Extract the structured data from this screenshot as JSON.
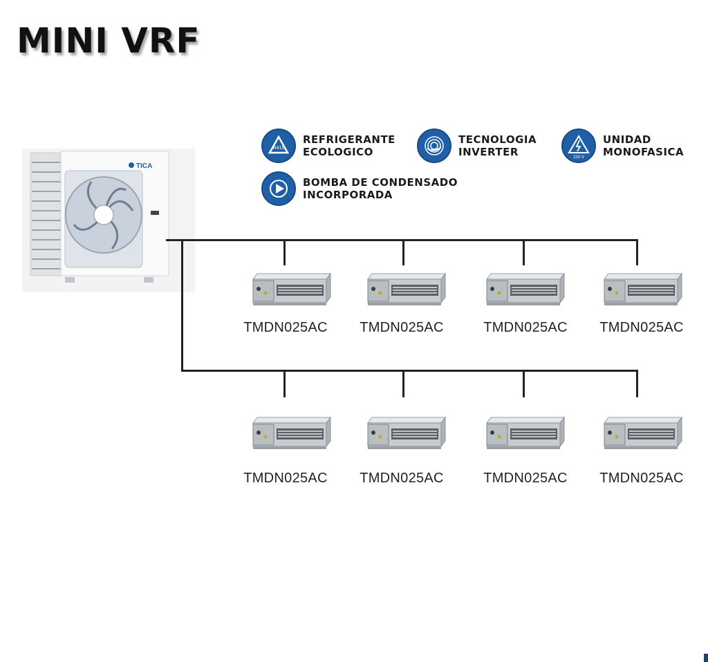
{
  "title": "MINI VRF",
  "outdoor_unit": {
    "brand": "TICA",
    "icon": "outdoor-condenser-unit"
  },
  "features": [
    {
      "label": "REFRIGERANTE\nECOLOGICO",
      "icon": "recycle-r410-icon",
      "icon_text": "R410"
    },
    {
      "label": "TECNOLOGIA\nINVERTER",
      "icon": "spiral-inverter-icon"
    },
    {
      "label": "UNIDAD\nMONOFASICA",
      "icon": "voltage-220v-icon",
      "icon_text": "220 V"
    },
    {
      "label": "BOMBA DE CONDENSADO\nINCORPORADA",
      "icon": "play-pump-icon"
    }
  ],
  "indoor_units": {
    "row1": [
      "TMDN025AC",
      "TMDN025AC",
      "TMDN025AC",
      "TMDN025AC"
    ],
    "row2": [
      "TMDN025AC",
      "TMDN025AC",
      "TMDN025AC",
      "TMDN025AC"
    ]
  },
  "colors": {
    "accent": "#1f5fa6",
    "line": "#222222"
  }
}
